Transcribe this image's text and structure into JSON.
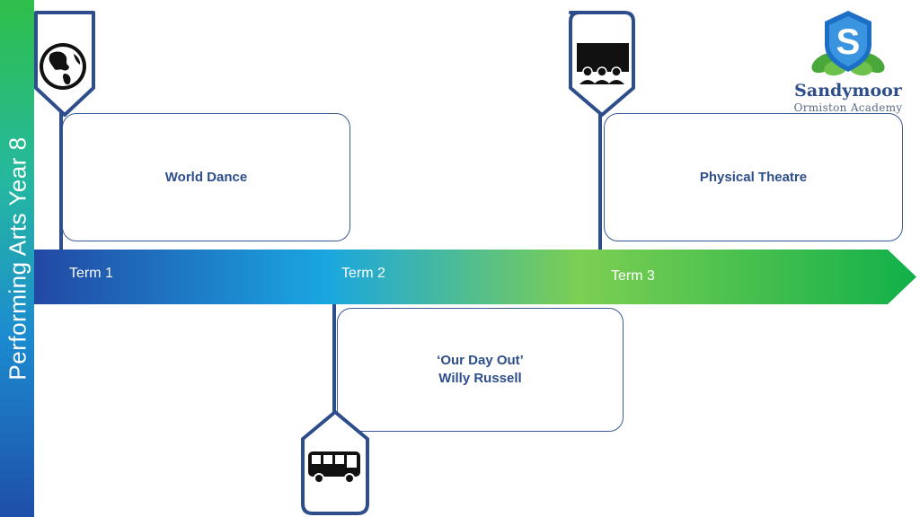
{
  "sidebar": {
    "title": "Performing Arts Year 8"
  },
  "timeline": {
    "terms": [
      {
        "label": "Term 1"
      },
      {
        "label": "Term 2"
      },
      {
        "label": "Term 3"
      }
    ]
  },
  "cards": {
    "world_dance": {
      "title": "World Dance",
      "icon": "globe-icon"
    },
    "physical_theatre": {
      "title": "Physical Theatre",
      "icon": "theatre-audience-icon"
    },
    "our_day_out": {
      "line1": "‘Our Day Out’",
      "line2": "Willy Russell",
      "icon": "bus-icon"
    }
  },
  "logo": {
    "name": "Sandymoor",
    "subtitle": "Ormiston Academy",
    "letter": "S"
  },
  "colors": {
    "navy": "#2d4e8a",
    "arrow_start": "#1f4fa8",
    "arrow_mid": "#1aa6e0",
    "arrow_end": "#12b04a"
  }
}
